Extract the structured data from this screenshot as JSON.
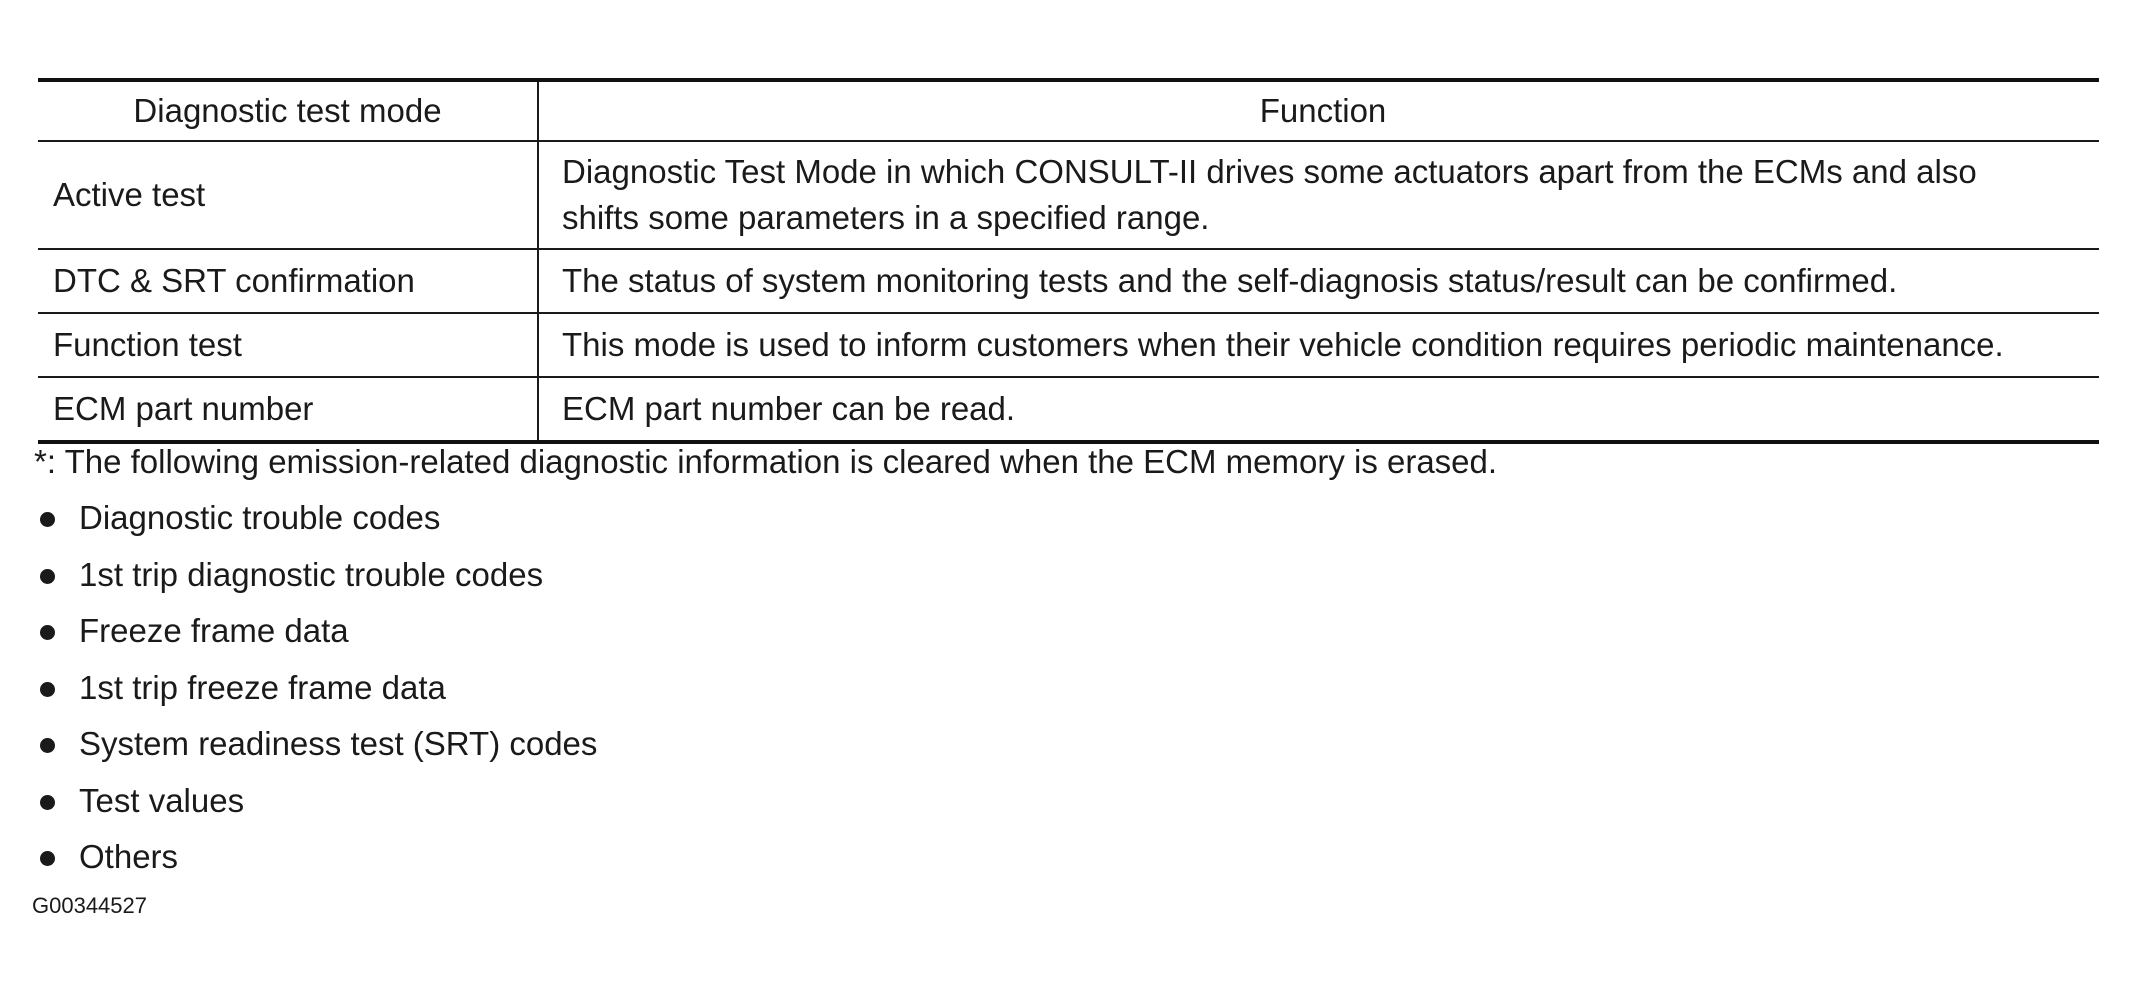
{
  "table": {
    "headers": [
      "Diagnostic test mode",
      "Function"
    ],
    "rows": [
      {
        "mode": "Active test",
        "function_lines": [
          "Diagnostic Test Mode in which CONSULT-II drives some actuators apart from the ECMs and also",
          "shifts some parameters in a specified range."
        ]
      },
      {
        "mode": "DTC & SRT confirmation",
        "function_lines": [
          "The status of system monitoring tests and the self-diagnosis status/result can be confirmed."
        ]
      },
      {
        "mode": "Function test",
        "function_lines": [
          "This mode is used to inform customers when their vehicle condition requires periodic maintenance."
        ]
      },
      {
        "mode": "ECM part number",
        "function_lines": [
          "ECM part number can be read."
        ]
      }
    ]
  },
  "footnote": "*: The following emission-related diagnostic information is cleared when the ECM memory is erased.",
  "list_items": [
    "Diagnostic trouble codes",
    "1st trip diagnostic trouble codes",
    "Freeze frame data",
    "1st trip freeze frame data",
    "System readiness test (SRT) codes",
    "Test values",
    "Others"
  ],
  "figure_code": "G00344527"
}
